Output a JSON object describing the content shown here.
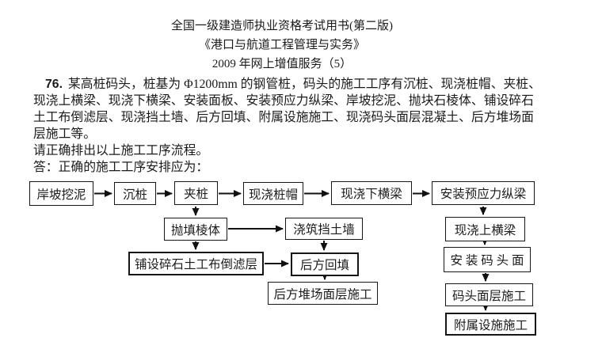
{
  "page": {
    "background": "#ffffff",
    "text_color": "#1a1a1a",
    "titles": [
      "全国一级建造师执业资格考试用书(第二版)",
      "《港口与航道工程管理与实务》",
      "2009 年网上增值服务（5）"
    ]
  },
  "problem": {
    "number": "76.",
    "statement": "某高桩码头，桩基为 Φ1200mm 的钢管桩，码头的施工工序有沉桩、现浇桩帽、夹桩、现浇上横梁、现浇下横梁、安装面板、安装预应力纵梁、岸坡挖泥、抛块石棱体、铺设碎石土工布倒滤层、现浇挡土墙、后方回填、附属设施施工、现浇码头面层混凝土、后方堆场面层施工等。",
    "prompt": "请正确排出以上施工工序流程。",
    "answer_lead": "答：正确的施工工序安排应为："
  },
  "flowchart": {
    "arrow_color": "#111111",
    "border_color": "#161616",
    "nodes": [
      {
        "label": "岸坡挖泥"
      },
      {
        "label": "沉桩"
      },
      {
        "label": "夹桩"
      },
      {
        "label": "现浇桩帽"
      },
      {
        "label": "现浇下横梁"
      },
      {
        "label": "安装预应力纵梁"
      },
      {
        "label": "抛填棱体"
      },
      {
        "label": "浇筑挡土墙"
      },
      {
        "label": "铺设碎石土工布倒滤层"
      },
      {
        "label": "后方回填"
      },
      {
        "label": "后方堆场面层施工"
      },
      {
        "label": "现浇上横梁"
      },
      {
        "label": "安 装 码 头 面"
      },
      {
        "label": "码头面层施工"
      },
      {
        "label": "附属设施施工"
      }
    ],
    "edges": [
      {
        "from": 0,
        "to": 1
      },
      {
        "from": 1,
        "to": 2
      },
      {
        "from": 2,
        "to": 3
      },
      {
        "from": 3,
        "to": 4
      },
      {
        "from": 4,
        "to": 5
      },
      {
        "from": 2,
        "to": 6
      },
      {
        "from": 6,
        "to": 7
      },
      {
        "from": 6,
        "to": 8
      },
      {
        "from": 8,
        "to": 9
      },
      {
        "from": 7,
        "to": 9
      },
      {
        "from": 9,
        "to": 10
      },
      {
        "from": 5,
        "to": 11
      },
      {
        "from": 11,
        "to": 12
      },
      {
        "from": 12,
        "to": 13
      },
      {
        "from": 13,
        "to": 14
      }
    ]
  }
}
